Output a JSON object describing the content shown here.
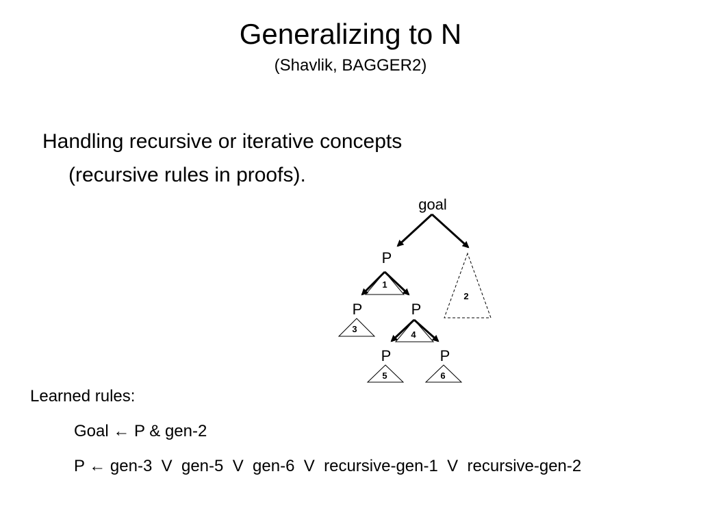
{
  "slide": {
    "title": "Generalizing to N",
    "subtitle": "(Shavlik, BAGGER2)",
    "body": {
      "line1": "Handling recursive or iterative concepts",
      "line2": "(recursive rules in proofs)."
    },
    "diagram": {
      "root_label": "goal",
      "nodes": {
        "p_top": "P",
        "p_left": "P",
        "p_mid": "P",
        "p_bottom_left": "P",
        "p_bottom_right": "P"
      },
      "triangles": {
        "t1": "1",
        "t2": "2",
        "t3": "3",
        "t4": "4",
        "t5": "5",
        "t6": "6"
      }
    },
    "learned_rules": {
      "heading": "Learned rules:",
      "rule1": "Goal ← P & gen-2",
      "rule2": "P ← gen-3  V  gen-5  V  gen-6  V  recursive-gen-1  V  recursive-gen-2"
    }
  }
}
